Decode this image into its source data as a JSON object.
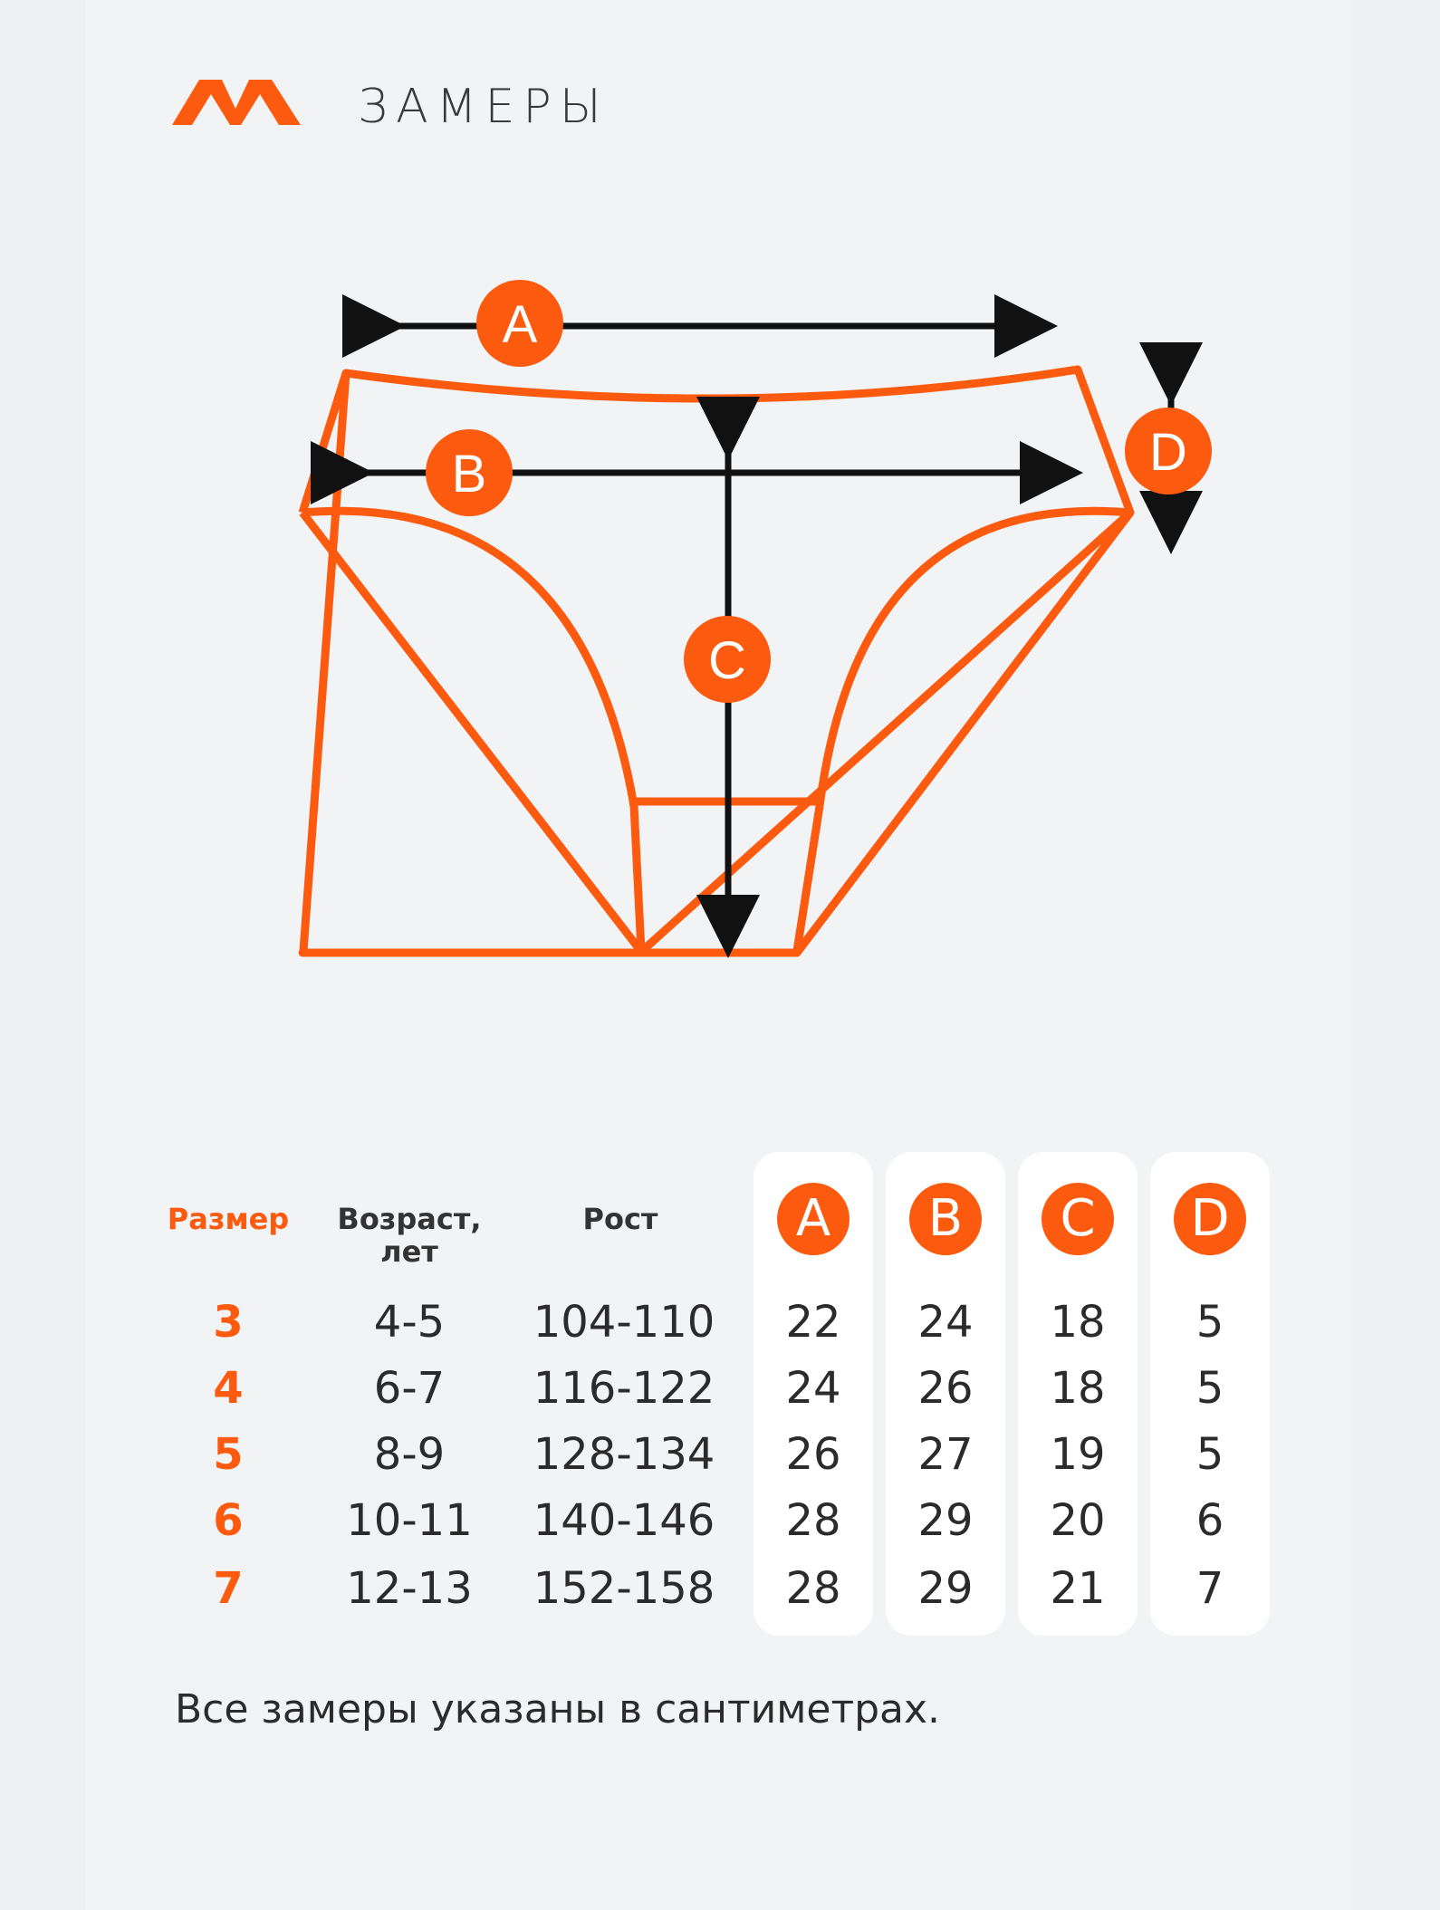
{
  "header": {
    "title": "ЗАМЕРЫ",
    "logo": "brand-logo"
  },
  "colors": {
    "accent": "#fc5a0e",
    "text": "#2b2b2b",
    "background": "#f2f3f5"
  },
  "diagram": {
    "labels": {
      "a": "A",
      "b": "B",
      "c": "C",
      "d": "D"
    }
  },
  "table": {
    "headers": {
      "size": "Размер",
      "age_line1": "Возраст,",
      "age_line2": "лет",
      "height": "Рост",
      "a": "A",
      "b": "B",
      "c": "C",
      "d": "D"
    },
    "rows": [
      {
        "size": "3",
        "age": "4-5",
        "height": "104-110",
        "a": "22",
        "b": "24",
        "c": "18",
        "d": "5"
      },
      {
        "size": "4",
        "age": "6-7",
        "height": "116-122",
        "a": "24",
        "b": "26",
        "c": "18",
        "d": "5"
      },
      {
        "size": "5",
        "age": "8-9",
        "height": "128-134",
        "a": "26",
        "b": "27",
        "c": "19",
        "d": "5"
      },
      {
        "size": "6",
        "age": "10-11",
        "height": "140-146",
        "a": "28",
        "b": "29",
        "c": "20",
        "d": "6"
      },
      {
        "size": "7",
        "age": "12-13",
        "height": "152-158",
        "a": "28",
        "b": "29",
        "c": "21",
        "d": "7"
      }
    ]
  },
  "footnote": "Все замеры указаны в сантиметрах."
}
